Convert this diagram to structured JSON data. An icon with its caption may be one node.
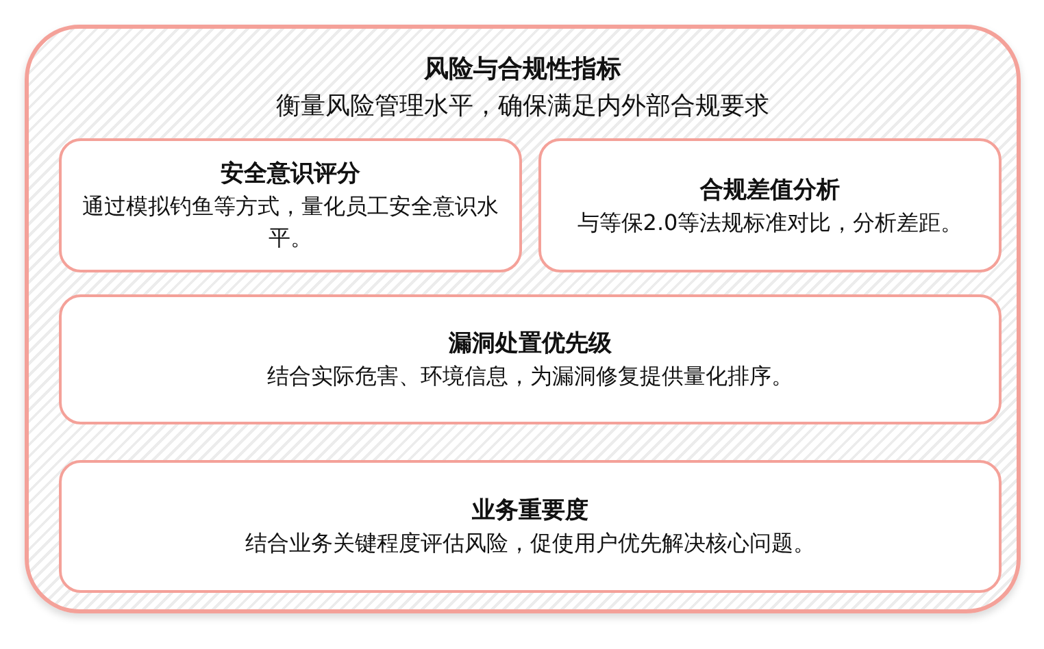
{
  "diagram": {
    "nodes": [
      {
        "text": [
          "风险与合规性指标",
          "衡量风险管理水平，确保满足内外部合规要求"
        ]
      },
      {
        "text": [
          "安全意识评分",
          "通过模拟钓鱼等方式，量化员工安全意识水平。"
        ],
        "in": 0
      },
      {
        "text": [
          "合规差值分析",
          "与等保2.0等法规标准对比，分析差距。"
        ],
        "in": 0
      },
      {
        "text": [
          "漏洞处置优先级",
          "结合实际危害、环境信息，为漏洞修复提供量化排序。"
        ],
        "in": 0
      },
      {
        "text": [
          "业务重要度",
          "结合业务关键程度评估风险，促使用户优先解决核心问题。"
        ],
        "in": 0
      }
    ]
  }
}
